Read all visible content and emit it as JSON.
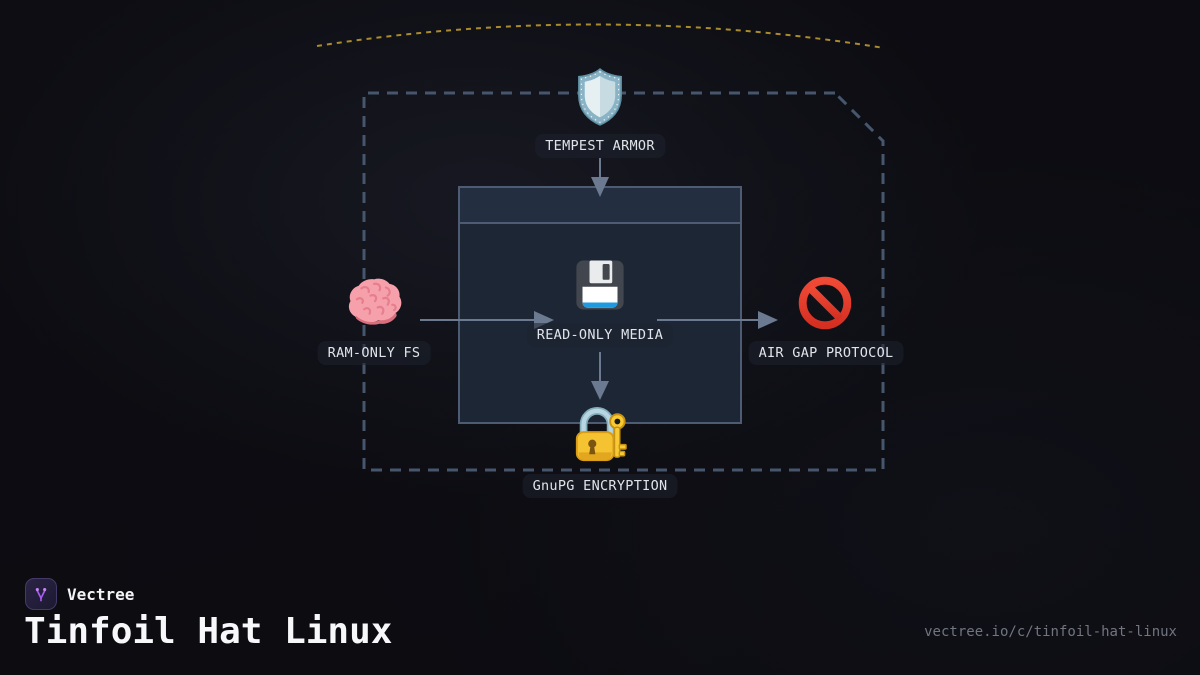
{
  "nodes": {
    "tempest_armor": {
      "label": "TEMPEST ARMOR",
      "icon": "shield-icon"
    },
    "ram_only_fs": {
      "label": "RAM-ONLY FS",
      "icon": "brain-icon"
    },
    "read_only_media": {
      "label": "READ-ONLY MEDIA",
      "icon": "floppy-disk-icon"
    },
    "air_gap_protocol": {
      "label": "AIR GAP PROTOCOL",
      "icon": "no-entry-icon"
    },
    "gnupg_encryption": {
      "label": "GnuPG ENCRYPTION",
      "icon": "locked-with-key-icon"
    }
  },
  "footer": {
    "brand": "Vectree",
    "logo_icon": "vectree-logo-icon",
    "title": "Tinfoil Hat Linux",
    "url": "vectree.io/c/tinfoil-hat-linux"
  },
  "colors": {
    "background": "#0c0c11",
    "panel_fill": "#1d2635",
    "panel_header_fill": "#232e40",
    "panel_border": "#4d5c72",
    "dashed_outline": "#46566c",
    "arrow": "#6b7a90",
    "arc_dashes": "#a98c2d",
    "label_text": "#e0e4ea",
    "title_text": "#f7f8f9",
    "url_text": "#70757f",
    "logo_purple": "#a55df0",
    "shield_blue": "#c6dbe2",
    "lock_gold": "#f5c231",
    "no_entry_red": "#e63a2a",
    "brain_pink": "#f6a0ac",
    "floppy_stripe_blue": "#1e9ae0"
  }
}
